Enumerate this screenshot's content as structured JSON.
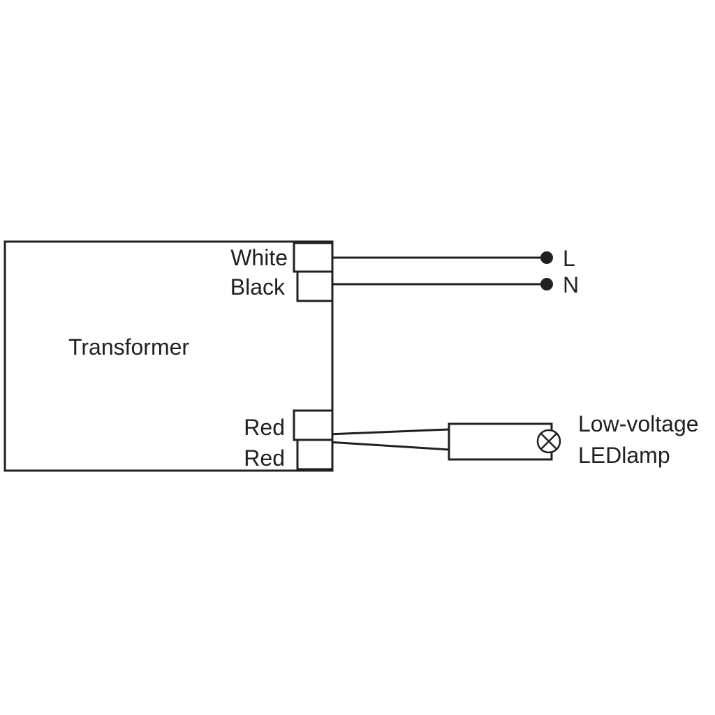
{
  "diagram": {
    "title_hidden": "",
    "transformer": {
      "label": "Transformer"
    },
    "terminals": {
      "white": "White",
      "black": "Black",
      "red_top": "Red",
      "red_bottom": "Red"
    },
    "mains": {
      "line_label": "L",
      "neutral_label": "N"
    },
    "lamp": {
      "label_line1": "Low-voltage",
      "label_line2": "LEDlamp"
    },
    "colors": {
      "stroke": "#231f20",
      "background": "#ffffff"
    }
  }
}
